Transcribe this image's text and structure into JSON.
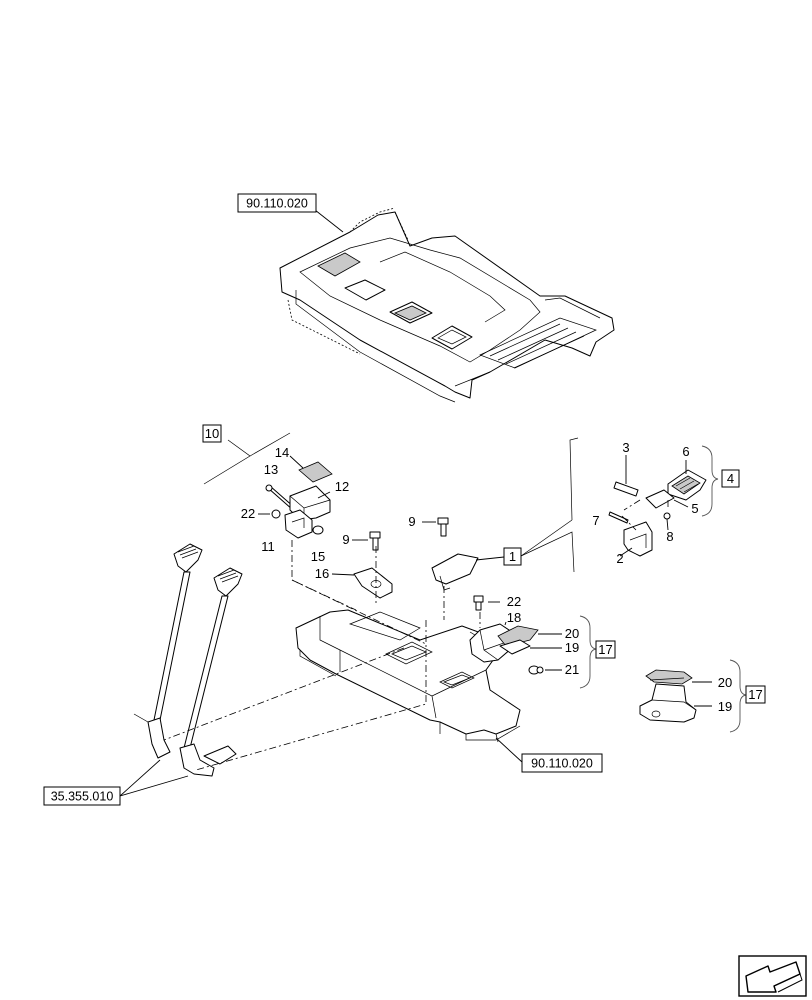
{
  "refs": {
    "floor_top": "90.110.020",
    "floor_bottom": "90.110.020",
    "levers": "35.355.010"
  },
  "groups": {
    "g10": "10",
    "g1": "1",
    "g4": "4",
    "g17a": "17",
    "g17b": "17"
  },
  "labels": {
    "l3": "3",
    "l6": "6",
    "l5": "5",
    "l7": "7",
    "l8": "8",
    "l2": "2",
    "l14": "14",
    "l13": "13",
    "l12": "12",
    "l22a": "22",
    "l11": "11",
    "l15": "15",
    "l9a": "9",
    "l9b": "9",
    "l16": "16",
    "l22b": "22",
    "l18": "18",
    "l20a": "20",
    "l19a": "19",
    "l21": "21",
    "l20b": "20",
    "l19b": "19"
  },
  "navigation": {
    "icon": "next-page-arrow-icon"
  }
}
